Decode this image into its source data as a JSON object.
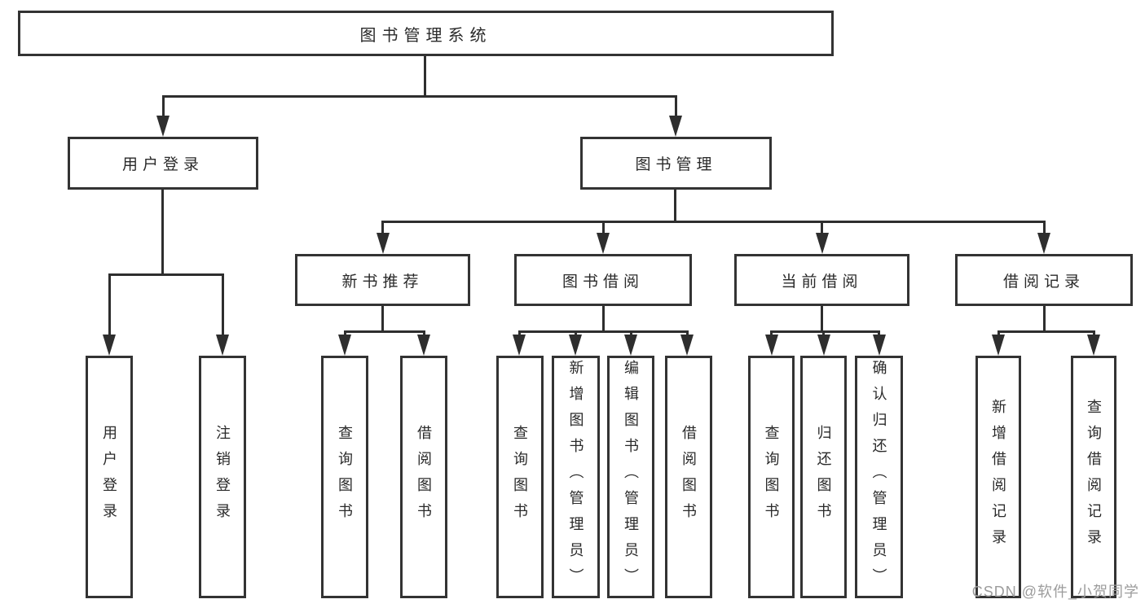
{
  "diagram": {
    "root": {
      "label": "图书管理系统"
    },
    "level2": [
      {
        "label": "用户登录"
      },
      {
        "label": "图书管理"
      }
    ],
    "level3": [
      {
        "label": "新书推荐",
        "parent": "图书管理"
      },
      {
        "label": "图书借阅",
        "parent": "图书管理"
      },
      {
        "label": "当前借阅",
        "parent": "图书管理"
      },
      {
        "label": "借阅记录",
        "parent": "图书管理"
      }
    ],
    "leaves": [
      {
        "label": "用户登录",
        "parent": "用户登录"
      },
      {
        "label": "注销登录",
        "parent": "用户登录"
      },
      {
        "label": "查询图书",
        "parent": "新书推荐"
      },
      {
        "label": "借阅图书",
        "parent": "新书推荐"
      },
      {
        "label": "查询图书",
        "parent": "图书借阅"
      },
      {
        "label": "新增图书（管理员）",
        "parent": "图书借阅"
      },
      {
        "label": "编辑图书（管理员）",
        "parent": "图书借阅"
      },
      {
        "label": "借阅图书",
        "parent": "图书借阅"
      },
      {
        "label": "查询图书",
        "parent": "当前借阅"
      },
      {
        "label": "归还图书",
        "parent": "当前借阅"
      },
      {
        "label": "确认归还（管理员）",
        "parent": "当前借阅"
      },
      {
        "label": "新增借阅记录",
        "parent": "借阅记录"
      },
      {
        "label": "查询借阅记录",
        "parent": "借阅记录"
      }
    ]
  },
  "watermark": {
    "text": "CSDN @软件_小贺同学"
  },
  "colors": {
    "line": "#2e2e2e",
    "box_border": "#333333",
    "text": "#2a2a2a",
    "background": "#ffffff",
    "watermark": "#9c9c9c"
  }
}
